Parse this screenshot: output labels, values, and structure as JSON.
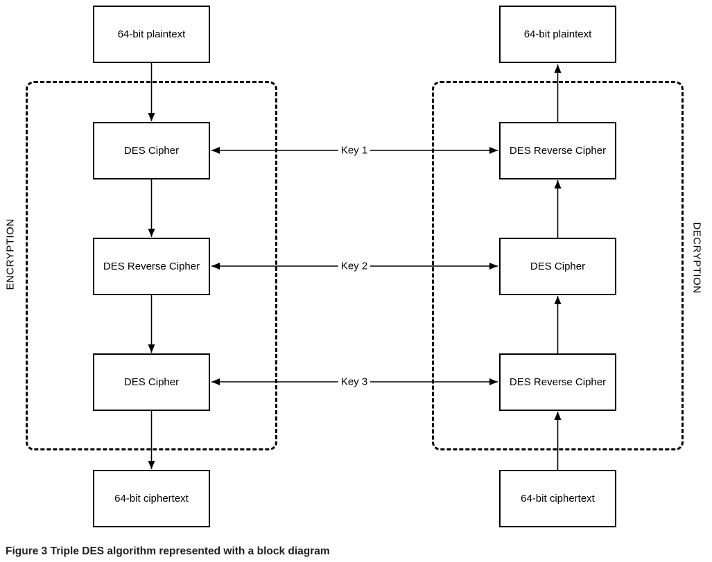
{
  "figure": {
    "caption": "Figure 3 Triple DES algorithm represented with a block diagram"
  },
  "encryption": {
    "section_label": "ENCRYPTION",
    "boxes": {
      "input": "64-bit plaintext",
      "stage1": "DES Cipher",
      "stage2": "DES Reverse Cipher",
      "stage3": "DES Cipher",
      "output": "64-bit ciphertext"
    },
    "flow_direction": "top-to-bottom"
  },
  "decryption": {
    "section_label": "DECRYPTION",
    "boxes": {
      "output": "64-bit plaintext",
      "stage1": "DES Reverse Cipher",
      "stage2": "DES Cipher",
      "stage3": "DES Reverse Cipher",
      "input": "64-bit ciphertext"
    },
    "flow_direction": "bottom-to-top"
  },
  "keys": {
    "key1": "Key 1",
    "key2": "Key 2",
    "key3": "Key 3"
  },
  "colors": {
    "line": "#000000",
    "background": "#ffffff",
    "caption_text": "#1f1f1f"
  }
}
